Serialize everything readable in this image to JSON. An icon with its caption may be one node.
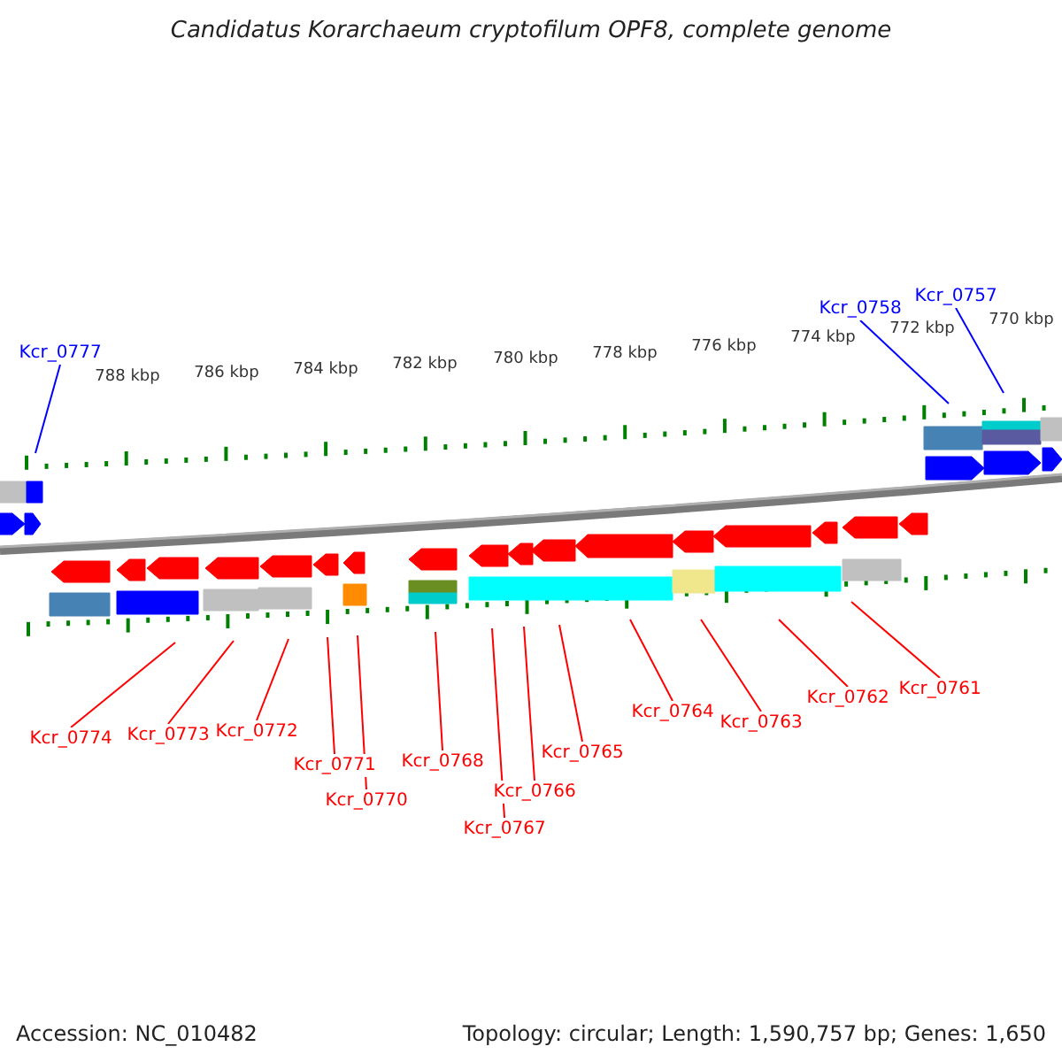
{
  "diagram": {
    "title": "Candidatus Korarchaeum cryptofilum OPF8, complete genome",
    "nodes": [
      {
        "text": [
          "Kcr_0777"
        ]
      },
      {
        "text": [
          "Kcr_0758"
        ]
      },
      {
        "text": [
          "Kcr_0757"
        ]
      },
      {
        "text": [
          "Kcr_0774"
        ]
      },
      {
        "text": [
          "Kcr_0773"
        ]
      },
      {
        "text": [
          "Kcr_0772"
        ]
      },
      {
        "text": [
          "Kcr_0771"
        ]
      },
      {
        "text": [
          "Kcr_0770"
        ]
      },
      {
        "text": [
          "Kcr_0768"
        ]
      },
      {
        "text": [
          "Kcr_0767"
        ]
      },
      {
        "text": [
          "Kcr_0766"
        ]
      },
      {
        "text": [
          "Kcr_0765"
        ]
      },
      {
        "text": [
          "Kcr_0764"
        ]
      },
      {
        "text": [
          "Kcr_0763"
        ]
      },
      {
        "text": [
          "Kcr_0762"
        ]
      },
      {
        "text": [
          "Kcr_0761"
        ]
      }
    ],
    "edges": [
      {
        "from": 0,
        "to": null,
        "arrow": "none",
        "color": "#0000ff"
      },
      {
        "from": 1,
        "to": null,
        "arrow": "none",
        "color": "#0000ff"
      },
      {
        "from": 2,
        "to": null,
        "arrow": "none",
        "color": "#0000ff"
      },
      {
        "from": 3,
        "to": null,
        "arrow": "none"
      },
      {
        "from": 4,
        "to": null,
        "arrow": "none"
      },
      {
        "from": 5,
        "to": null,
        "arrow": "none"
      },
      {
        "from": 6,
        "to": null,
        "arrow": "none"
      },
      {
        "from": 7,
        "to": null,
        "arrow": "none"
      },
      {
        "from": 8,
        "to": null,
        "arrow": "none"
      },
      {
        "from": 9,
        "to": null,
        "arrow": "none"
      },
      {
        "from": 10,
        "to": null,
        "arrow": "none"
      },
      {
        "from": 11,
        "to": null,
        "arrow": "none"
      },
      {
        "from": 12,
        "to": null,
        "arrow": "none"
      },
      {
        "from": 13,
        "to": null,
        "arrow": "none"
      },
      {
        "from": 14,
        "to": null,
        "arrow": "none"
      },
      {
        "from": 15,
        "to": null,
        "arrow": "none"
      }
    ],
    "labels": [
      "788 kbp",
      "786 kbp",
      "784 kbp",
      "782 kbp",
      "780 kbp",
      "778 kbp",
      "776 kbp",
      "774 kbp",
      "772 kbp",
      "770 kbp",
      "Accession: NC_010482",
      "Topology: circular; Length: 1,590,757 bp; Genes: 1,650"
    ]
  }
}
